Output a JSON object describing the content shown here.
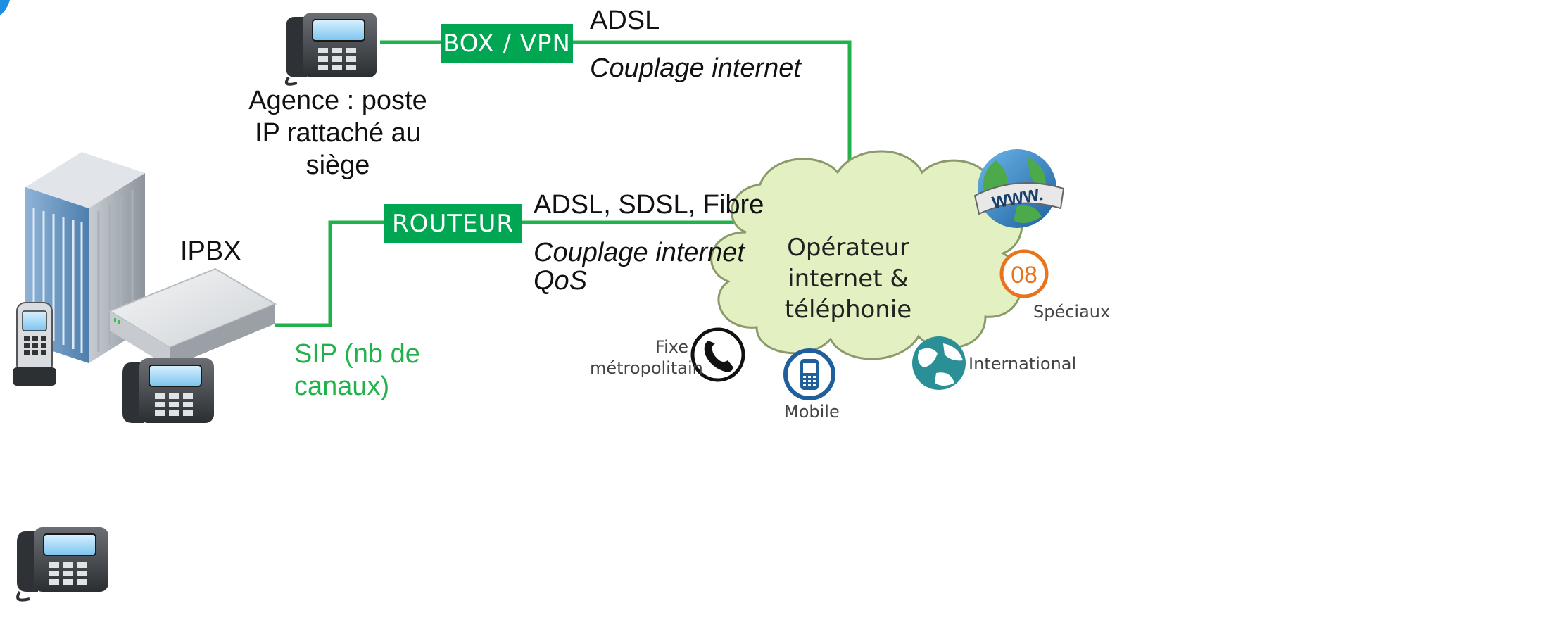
{
  "links": {
    "agency_device": "BOX / VPN",
    "agency_access": "ADSL",
    "agency_service": "Couplage internet",
    "hq_device": "ROUTEUR",
    "hq_access": "ADSL, SDSL, Fibre",
    "hq_service_1": "Couplage internet",
    "hq_service_2": "QoS",
    "trunk": "SIP (nb de canaux)",
    "line_color": "#22b24c"
  },
  "agency": {
    "label": "Agence : poste IP rattaché au siège"
  },
  "headquarters": {
    "pbx_label": "IPBX"
  },
  "cloud": {
    "label": "Opérateur internet & téléphonie",
    "color": "#e3f0c2"
  },
  "destinations": {
    "web": "WWW.",
    "special_number": "08",
    "special": "Spéciaux",
    "landline": "Fixe métropolitain",
    "mobile": "Mobile",
    "international": "International"
  },
  "icons": [
    "desk-phone-icon",
    "building-icon",
    "pbx-box-icon",
    "cordless-phone-icon",
    "globe-www-icon",
    "phone-handset-icon",
    "mobile-phone-icon",
    "globe-icon",
    "special-number-icon"
  ]
}
